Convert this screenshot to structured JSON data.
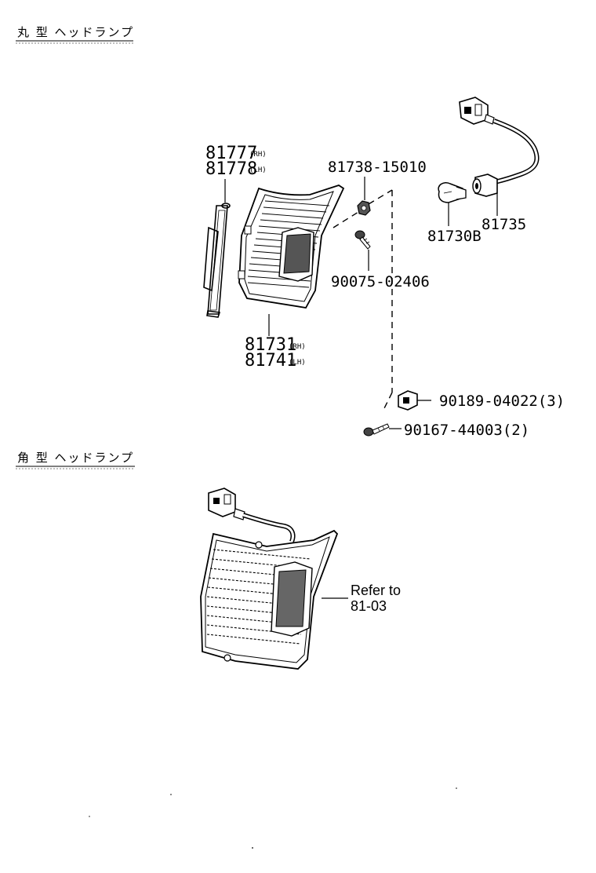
{
  "sections": {
    "top_heading": "丸 型  ヘッドランプ",
    "bottom_heading": "角 型  ヘッドランプ"
  },
  "parts": {
    "p81777": {
      "number": "81777",
      "suffix": "(RH)"
    },
    "p81778": {
      "number": "81778",
      "suffix": "(LH)"
    },
    "p81738": {
      "number": "81738-15010"
    },
    "p90075": {
      "number": "90075-02406"
    },
    "p81730B": {
      "number": "81730B"
    },
    "p81735": {
      "number": "81735"
    },
    "p81731": {
      "number": "81731",
      "suffix": "(RH)"
    },
    "p81741": {
      "number": "81741",
      "suffix": "(LH)"
    },
    "p90189": {
      "number": "90189-04022(3)"
    },
    "p90167": {
      "number": "90167-44003(2)"
    }
  },
  "reference": {
    "line1": "Refer to",
    "line2": "81-03"
  }
}
